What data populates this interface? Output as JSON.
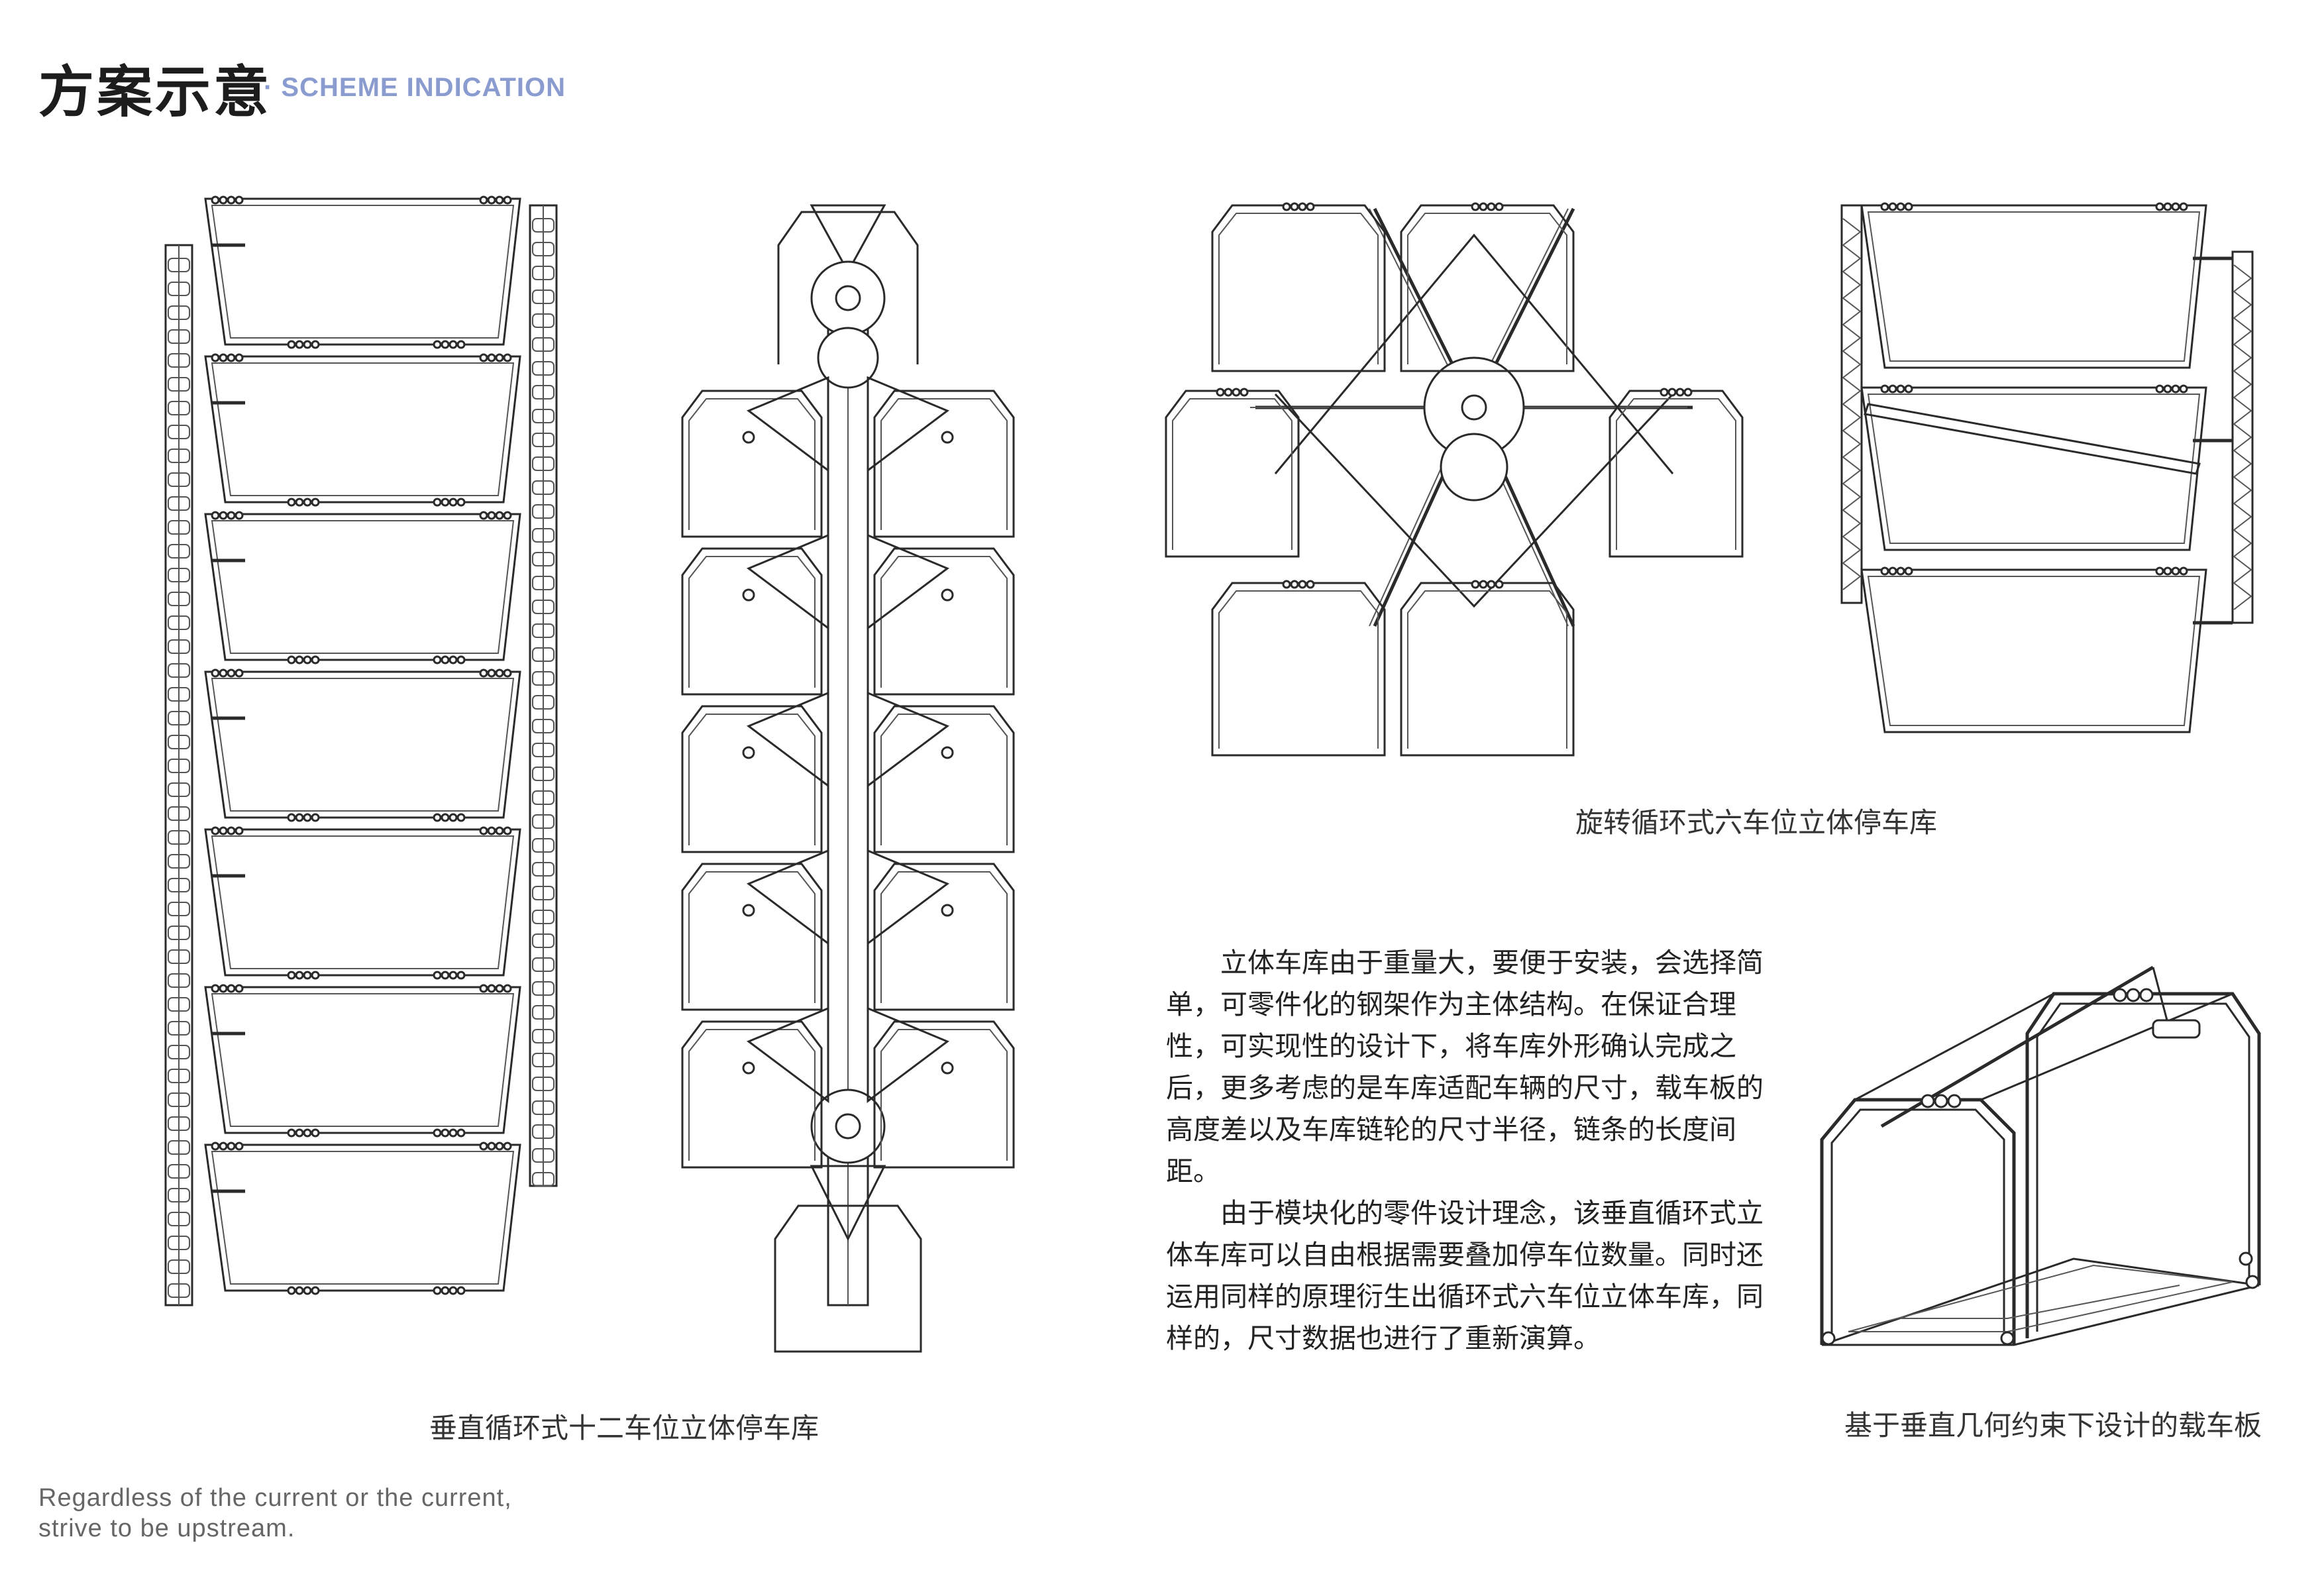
{
  "header": {
    "title_cn": "方案示意",
    "title_en": "· SCHEME INDICATION"
  },
  "captions": {
    "twelve_bay": "垂直循环式十二车位立体停车库",
    "six_bay": "旋转循环式六车位立体停车库",
    "carrier_plate": "基于垂直几何约束下设计的载车板"
  },
  "description": {
    "paragraph_1": "立体车库由于重量大，要便于安装，会选择简单，可零件化的钢架作为主体结构。在保证合理性，可实现性的设计下，将车库外形确认完成之后，更多考虑的是车库适配车辆的尺寸，载车板的高度差以及车库链轮的尺寸半径，链条的长度间距。",
    "paragraph_2": "由于模块化的零件设计理念，该垂直循环式立体车库可以自由根据需要叠加停车位数量。同时还运用同样的原理衍生出循环式六车位立体车库，同样的，尺寸数据也进行了重新演算。"
  },
  "footer": {
    "line_1": "Regardless of the current or the current,",
    "line_2": "strive to be upstream."
  },
  "colors": {
    "accent": "#8a9bd0",
    "line": "#2a2a2a"
  }
}
